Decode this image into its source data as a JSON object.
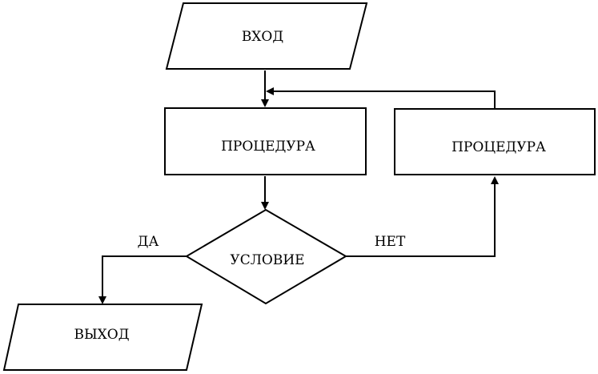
{
  "nodes": {
    "input": {
      "label": "ВХОД"
    },
    "procedure_main": {
      "label": "ПРОЦЕДУРА"
    },
    "procedure_loop": {
      "label": "ПРОЦЕДУРА"
    },
    "condition": {
      "label": "УСЛОВИЕ"
    },
    "output": {
      "label": "ВЫХОД"
    }
  },
  "edges": {
    "yes": {
      "label": "ДА"
    },
    "no": {
      "label": "НЕТ"
    }
  }
}
